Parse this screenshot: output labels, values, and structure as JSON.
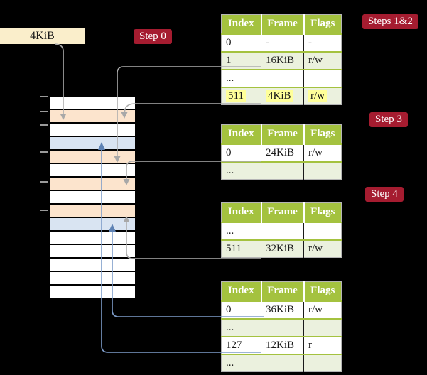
{
  "legend": {
    "page_size_label": "4KiB"
  },
  "step_labels": {
    "step0": "Step 0",
    "steps12": "Steps 1&2",
    "step3": "Step 3",
    "step4": "Step 4"
  },
  "memory": {
    "rows": [
      "white",
      "peach",
      "white",
      "blue",
      "peach",
      "white",
      "peach",
      "white",
      "peach",
      "blue",
      "white",
      "white",
      "white",
      "white",
      "white"
    ]
  },
  "tables": [
    {
      "id": "page-table-steps-1-2",
      "headers": [
        "Index",
        "Frame",
        "Flags"
      ],
      "rows": [
        {
          "cells": [
            "0",
            "-",
            "-"
          ],
          "shaded": false,
          "highlighted": false
        },
        {
          "cells": [
            "1",
            "16KiB",
            "r/w"
          ],
          "shaded": true,
          "highlighted": false
        },
        {
          "cells": [
            "...",
            "",
            ""
          ],
          "shaded": false,
          "highlighted": false
        },
        {
          "cells": [
            "511",
            "4KiB",
            "r/w"
          ],
          "shaded": true,
          "highlighted": true
        }
      ]
    },
    {
      "id": "page-table-step-3",
      "headers": [
        "Index",
        "Frame",
        "Flags"
      ],
      "rows": [
        {
          "cells": [
            "0",
            "24KiB",
            "r/w"
          ],
          "shaded": false,
          "highlighted": false
        },
        {
          "cells": [
            "...",
            "",
            ""
          ],
          "shaded": true,
          "highlighted": false
        }
      ]
    },
    {
      "id": "page-table-step-4",
      "headers": [
        "Index",
        "Frame",
        "Flags"
      ],
      "rows": [
        {
          "cells": [
            "...",
            "",
            ""
          ],
          "shaded": false,
          "highlighted": false
        },
        {
          "cells": [
            "511",
            "32KiB",
            "r/w"
          ],
          "shaded": true,
          "highlighted": false
        }
      ]
    },
    {
      "id": "page-table-final",
      "headers": [
        "Index",
        "Frame",
        "Flags"
      ],
      "rows": [
        {
          "cells": [
            "0",
            "36KiB",
            "r/w"
          ],
          "shaded": false,
          "highlighted": false
        },
        {
          "cells": [
            "...",
            "",
            ""
          ],
          "shaded": true,
          "highlighted": false
        },
        {
          "cells": [
            "127",
            "12KiB",
            "r"
          ],
          "shaded": false,
          "highlighted": false
        },
        {
          "cells": [
            "...",
            "",
            ""
          ],
          "shaded": true,
          "highlighted": false
        }
      ]
    }
  ],
  "colors": {
    "accent_red": "#a51c30",
    "table_header_green": "#a4c23f",
    "table_row_green": "#ebf1de",
    "highlight_yellow": "#ffff99",
    "memory_peach": "#fce4cd",
    "memory_blue": "#d9e4f2",
    "legend_cream": "#faeecb",
    "gray_connector": "#adadad",
    "blue_connector": "#7d9cc9"
  }
}
